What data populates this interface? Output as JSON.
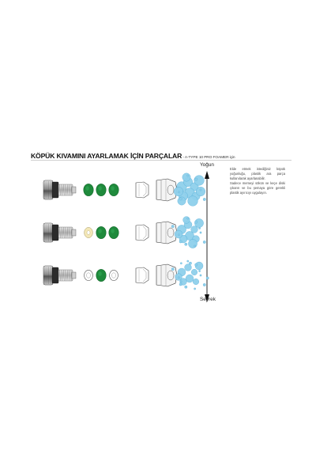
{
  "title": {
    "main": "KÖPÜK KIVAMINI AYARLAMAK İÇİN PARÇALAR",
    "sub": " - A-TYPE 10 PRO FOAMER için"
  },
  "scale": {
    "top_label": "Yoğun",
    "bottom_label": "Seyrek"
  },
  "notes": {
    "p1": "Elde etmek istediğiniz köpük yoğunluğu, plastik ara parça kullanılarak ayarlanabilir.",
    "p2": "Sadece memeyi sökün ve keçe diski çıkarın ve bu şemaya göre gerekli plastik ayırıcıyı uygulayın."
  },
  "rows": [
    {
      "name": "dense",
      "spacers": [
        "green",
        "green",
        "green"
      ]
    },
    {
      "name": "medium",
      "spacers": [
        "cream",
        "green",
        "green"
      ]
    },
    {
      "name": "light",
      "spacers": [
        "open",
        "green",
        "open"
      ]
    }
  ],
  "colors": {
    "green": "#1f8a3c",
    "green_dark": "#126a2a",
    "cream": "#f3e7b7",
    "foam": "#8fd0ec",
    "foam_dark": "#4fa9d4",
    "metal_dark": "#2b2b2b",
    "metal_mid": "#8a8a8a",
    "metal_light": "#e4e4e4"
  }
}
